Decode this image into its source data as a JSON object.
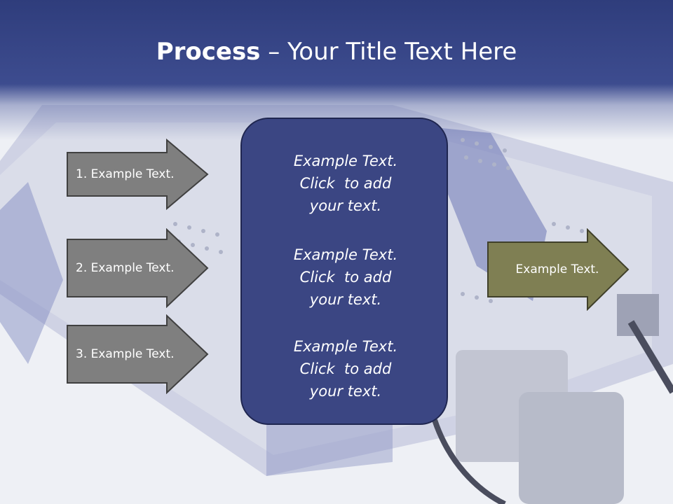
{
  "title": {
    "bold": "Process",
    "rest": " – Your Title Text Here"
  },
  "left_steps": [
    {
      "label": "1. Example Text."
    },
    {
      "label": "2. Example Text."
    },
    {
      "label": "3. Example Text."
    }
  ],
  "center_box": {
    "blocks": [
      {
        "line1": "Example Text.",
        "line2": "Click  to add",
        "line3": "your text."
      },
      {
        "line1": "Example Text.",
        "line2": "Click  to add",
        "line3": "your text."
      },
      {
        "line1": "Example Text.",
        "line2": "Click  to add",
        "line3": "your text."
      }
    ]
  },
  "result": {
    "label": "Example Text."
  },
  "colors": {
    "title_band": "#2f3d7c",
    "step_arrow_fill": "#7f7f7f",
    "step_arrow_border": "#404040",
    "center_box_fill": "#3b4683",
    "result_arrow_fill": "#7f7f53"
  }
}
